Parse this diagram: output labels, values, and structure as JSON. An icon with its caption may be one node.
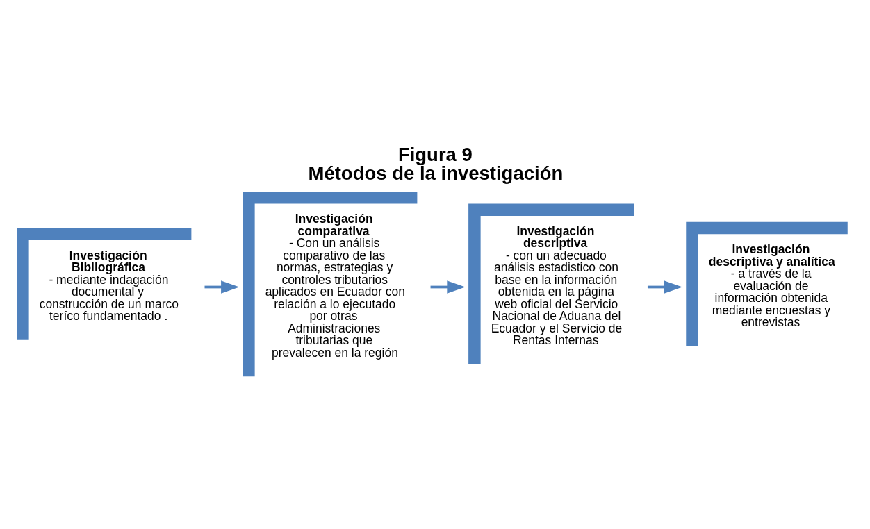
{
  "diagram": {
    "title": "Figura 9",
    "caption": "Métodos de la investigación",
    "nodes": [
      {
        "text": [
          "Investigación Bibliográfica",
          "- mediante indagación documental y construcción de un marco teríco fundamentado ."
        ]
      },
      {
        "text": [
          "Investigación comparativa",
          "- Con un análisis comparativo de las normas, estrategias y controles tributarios aplicados en Ecuador con relación a lo ejecutado por otras Administraciones tributarias que prevalecen en la región"
        ]
      },
      {
        "text": [
          "Investigación descriptiva",
          "- con un adecuado análisis estadistico con base en la información obtenida en la página web oficial del Servicio Nacional de Aduana del Ecuador y el Servicio de Rentas Internas"
        ]
      },
      {
        "text": [
          "Investigación descriptiva y analítica",
          "- a través de la evaluación de información obtenida mediante encuestas y entrevistas"
        ]
      }
    ],
    "edges": [
      {
        "from": 0,
        "to": 1,
        "arrow": "to"
      },
      {
        "from": 1,
        "to": 2,
        "arrow": "to"
      },
      {
        "from": 2,
        "to": 3,
        "arrow": "to"
      }
    ]
  }
}
